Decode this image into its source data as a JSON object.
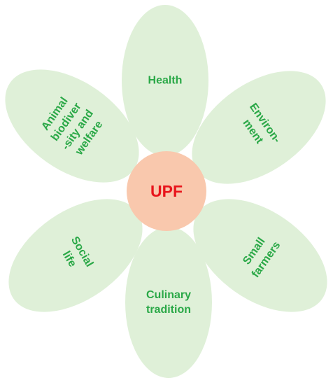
{
  "diagram": {
    "center": {
      "label": "UPF",
      "fill": "#f9c8ad",
      "text_color": "#e8141b"
    },
    "petal_fill": "#dff0d8",
    "petal_text_color": "#2aa847",
    "petals": [
      {
        "id": "health",
        "lines": [
          "Health"
        ]
      },
      {
        "id": "environment",
        "lines": [
          "Environ-",
          "ment"
        ]
      },
      {
        "id": "small-farmers",
        "lines": [
          "Small",
          "farmers"
        ]
      },
      {
        "id": "culinary-tradition",
        "lines": [
          "Culinary",
          "tradition"
        ]
      },
      {
        "id": "social-life",
        "lines": [
          "Social",
          "life"
        ]
      },
      {
        "id": "animal-biodiversity",
        "lines": [
          "Animal",
          "biodiver",
          "-sity and",
          "welfare"
        ]
      }
    ]
  }
}
